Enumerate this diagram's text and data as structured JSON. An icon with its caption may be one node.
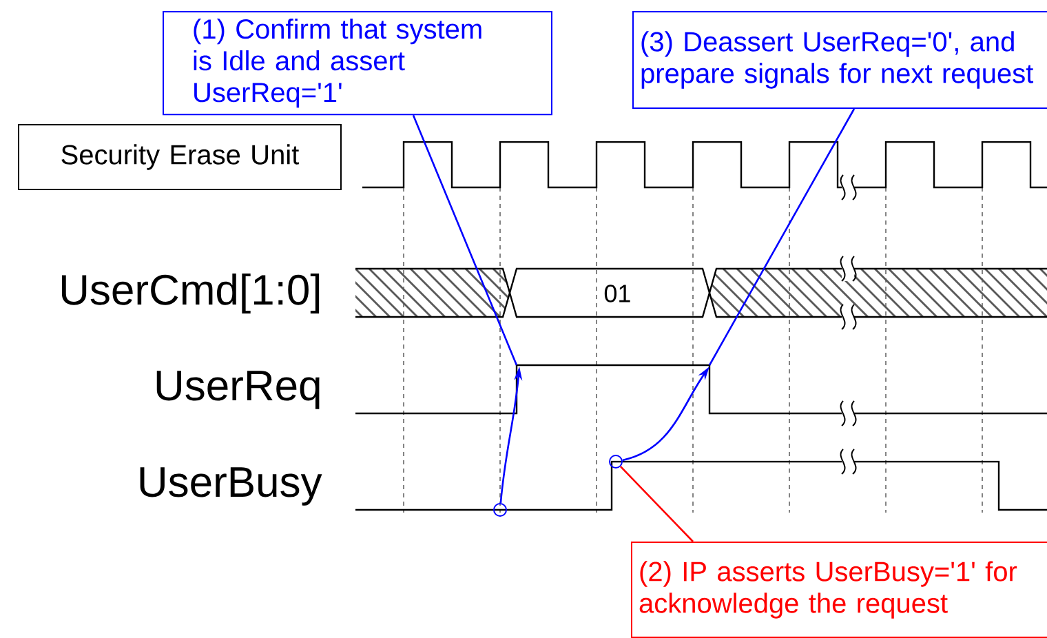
{
  "diagram": {
    "nodes": [
      {
        "text": [
          "Security Erase Unit"
        ]
      },
      {
        "text": [
          "(1) Confirm that system is Idle and assert UserReq='1'"
        ]
      },
      {
        "text": [
          "(3) Deassert UserReq='0', and prepare signals for next request"
        ]
      },
      {
        "text": [
          "(2) IP asserts UserBusy='1' for acknowledge the request"
        ]
      },
      {
        "text": [],
        "shape": "circle"
      },
      {
        "text": [],
        "shape": "circle"
      }
    ],
    "edges": [
      {
        "from": 1,
        "to": null,
        "arrow": "none"
      },
      {
        "from": 4,
        "to": null,
        "arrow": "to"
      },
      {
        "from": 2,
        "to": null,
        "arrow": "none"
      },
      {
        "from": 5,
        "to": null,
        "arrow": "to"
      },
      {
        "from": 3,
        "to": 5,
        "arrow": "none",
        "color": "#ff0000"
      }
    ],
    "labels": [
      "UserCmd[1:0]",
      "UserReq",
      "UserBusy",
      "01"
    ]
  }
}
